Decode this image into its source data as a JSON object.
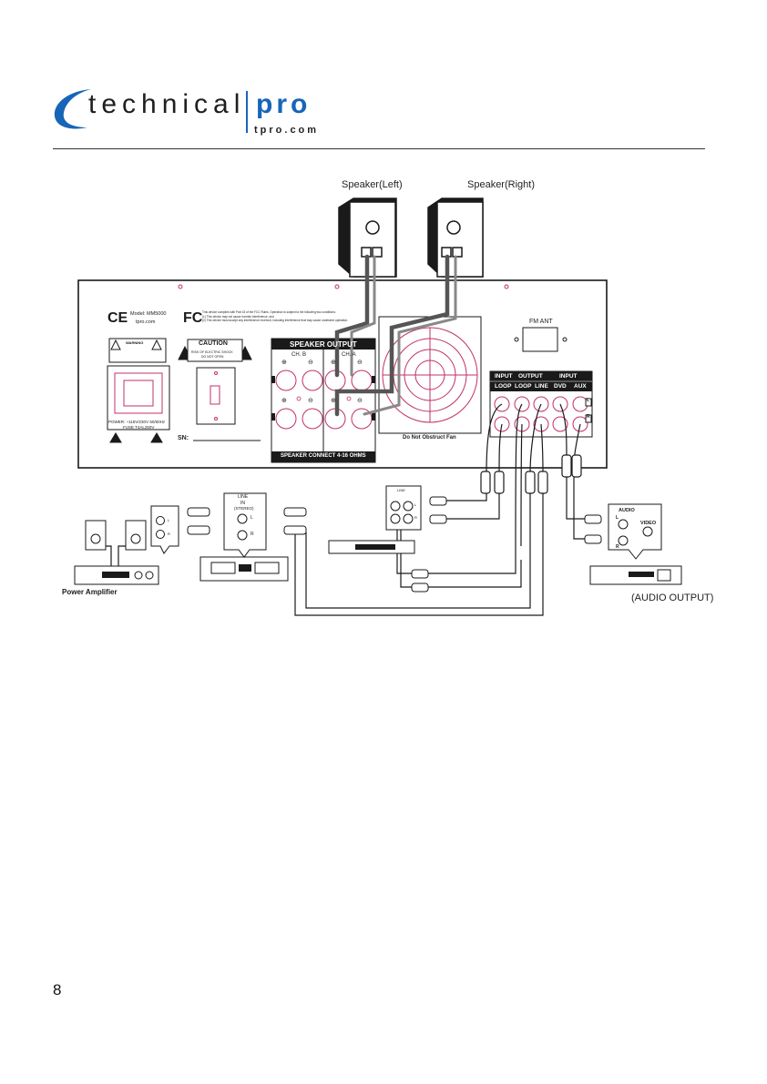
{
  "header": {
    "logo_word": "technical",
    "logo_brand": "pro",
    "logo_url": "tpro.com"
  },
  "diagram": {
    "speaker_left": "Speaker(Left)",
    "speaker_right": "Speaker(Right)",
    "terminal_plus": "⊕",
    "terminal_minus": "⊖",
    "ce_mark": "CE",
    "model": "Model: MM5000",
    "model_url": "tpro.com",
    "fcc_mark": "FC",
    "fcc_line1": "This device complies with Part 15 of the FCC Rules. Operation is subject to the following two conditions:",
    "fcc_line2": "(1) This device may not cause harmful interference, and",
    "fcc_line3": "(2) This device must accept any interference received, including interference that may cause undesired operation.",
    "warning": "WARNING",
    "caution": "CAUTION",
    "caution_line1": "RISK OF ELECTRIC SHOCK",
    "caution_line2": "DO NOT OPEN",
    "speaker_output": "SPEAKER OUTPUT",
    "ch_b": "CH. B",
    "ch_a": "CH. A",
    "speaker_connect": "SPEAKER CONNECT 4-16 OHMS",
    "power_line1": "POWER: ~115V/230V 50/60Hz",
    "power_line2": "FUSE T4AL250V",
    "sn": "SN:",
    "fan_label": "Do Not Obstruct Fan",
    "fm_ant": "FM ANT",
    "input": "INPUT",
    "output": "OUTPUT",
    "loop": "LOOP",
    "line": "LINE",
    "dvd": "DVD",
    "aux": "AUX",
    "l": "L",
    "r": "R",
    "line_panel": "LINE",
    "in_panel": "IN",
    "stereo_panel": "(STEREO)",
    "audio": "AUDIO",
    "video": "VIDEO",
    "power_amplifier": "Power Amplifier",
    "audio_output": "(AUDIO OUTPUT)"
  },
  "footer": {
    "page_number": "8"
  },
  "colors": {
    "brand_blue": "#1765b8",
    "line_dark": "#1a1a1a",
    "accent_pink": "#c0306a"
  }
}
